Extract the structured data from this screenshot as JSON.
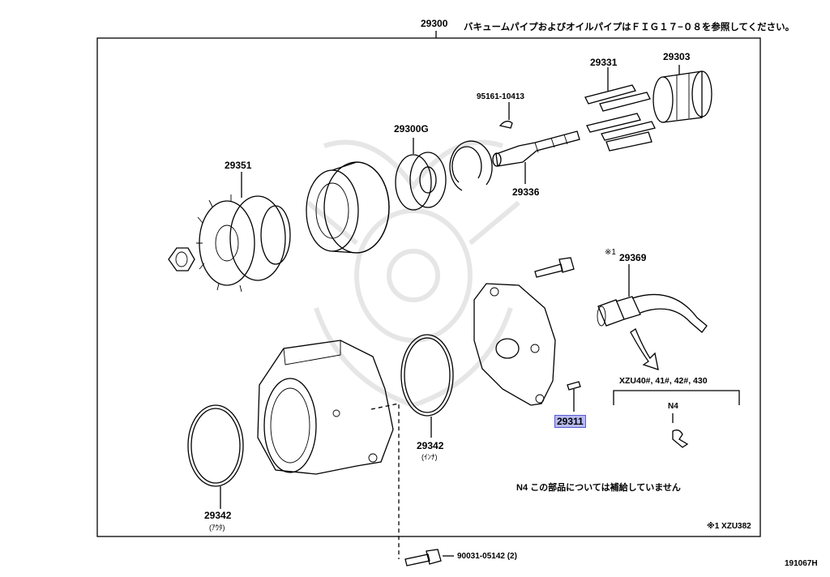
{
  "header": {
    "assembly_number": "29300",
    "note": "バキュームパイプおよびオイルパイプはＦＩＧ１７−０８を参照してください。"
  },
  "parts": {
    "p29331": "29331",
    "p29303": "29303",
    "p95161": "95161-10413",
    "p29300g": "29300G",
    "p29351": "29351",
    "p29336": "29336",
    "p29369": "29369",
    "p29369_mark": "※1",
    "p29311": "29311",
    "p29342_inner": "29342",
    "p29342_inner_sub": "(ｲﾝﾅ)",
    "p29342_outer": "29342",
    "p29342_outer_sub": "(ｱｳﾀ)",
    "p90031": "90031-05142 (2)",
    "n4": "N4"
  },
  "models": "XZU40#, 41#, 42#, 430",
  "notes": {
    "n4_note": "N4  この部品については補給していません",
    "footnote": "※1  XZU382"
  },
  "figure_code": "191067H"
}
